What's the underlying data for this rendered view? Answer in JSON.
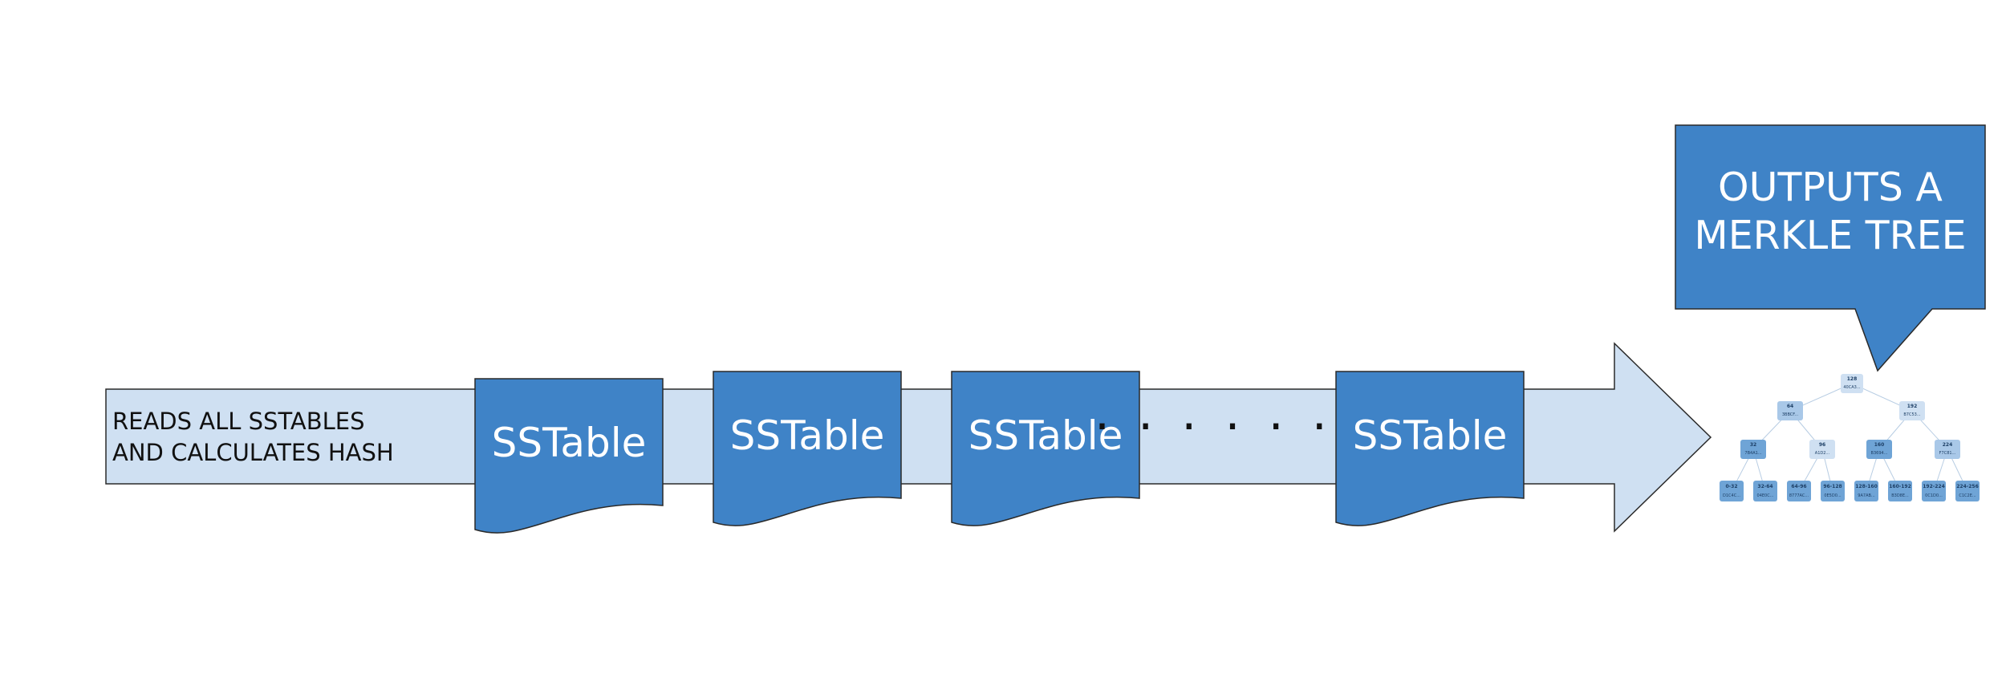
{
  "arrow": {
    "label_line1": "READS ALL SSTABLES",
    "label_line2": "AND CALCULATES HASH",
    "fill": "#cfe0f2",
    "stroke": "#2a2a2a"
  },
  "sstables": [
    {
      "label": "SSTable"
    },
    {
      "label": "SSTable"
    },
    {
      "label": "SSTable"
    },
    {
      "label": "SSTable"
    }
  ],
  "ellipsis": "· · · · · · ·",
  "callout": {
    "line1": "OUTPUTS A",
    "line2": "MERKLE TREE",
    "fill": "#3f83c7"
  },
  "colors": {
    "doc_fill": "#3f83c7",
    "tree_node_light": "#cfe0f2",
    "tree_node_mid": "#a9c8e8",
    "tree_node_dark": "#6fa4d6"
  },
  "merkle_tree": {
    "root": {
      "label": "128",
      "hash": "40CA3..."
    },
    "level1": [
      {
        "label": "64",
        "hash": "3BBCF..."
      },
      {
        "label": "192",
        "hash": "B7C53..."
      }
    ],
    "level2": [
      {
        "label": "32",
        "hash": "7B4A1..."
      },
      {
        "label": "96",
        "hash": "A1D2..."
      },
      {
        "label": "160",
        "hash": "B3694..."
      },
      {
        "label": "224",
        "hash": "F7C81..."
      }
    ],
    "leaves": [
      {
        "label": "0-32",
        "hash": "D1C4C..."
      },
      {
        "label": "32-64",
        "hash": "04E0C..."
      },
      {
        "label": "64-96",
        "hash": "8777AC..."
      },
      {
        "label": "96-128",
        "hash": "0E5D0..."
      },
      {
        "label": "128-160",
        "hash": "9A7AB..."
      },
      {
        "label": "160-192",
        "hash": "B3D8E..."
      },
      {
        "label": "192-224",
        "hash": "0C1D0..."
      },
      {
        "label": "224-256",
        "hash": "C1C2E..."
      }
    ]
  }
}
